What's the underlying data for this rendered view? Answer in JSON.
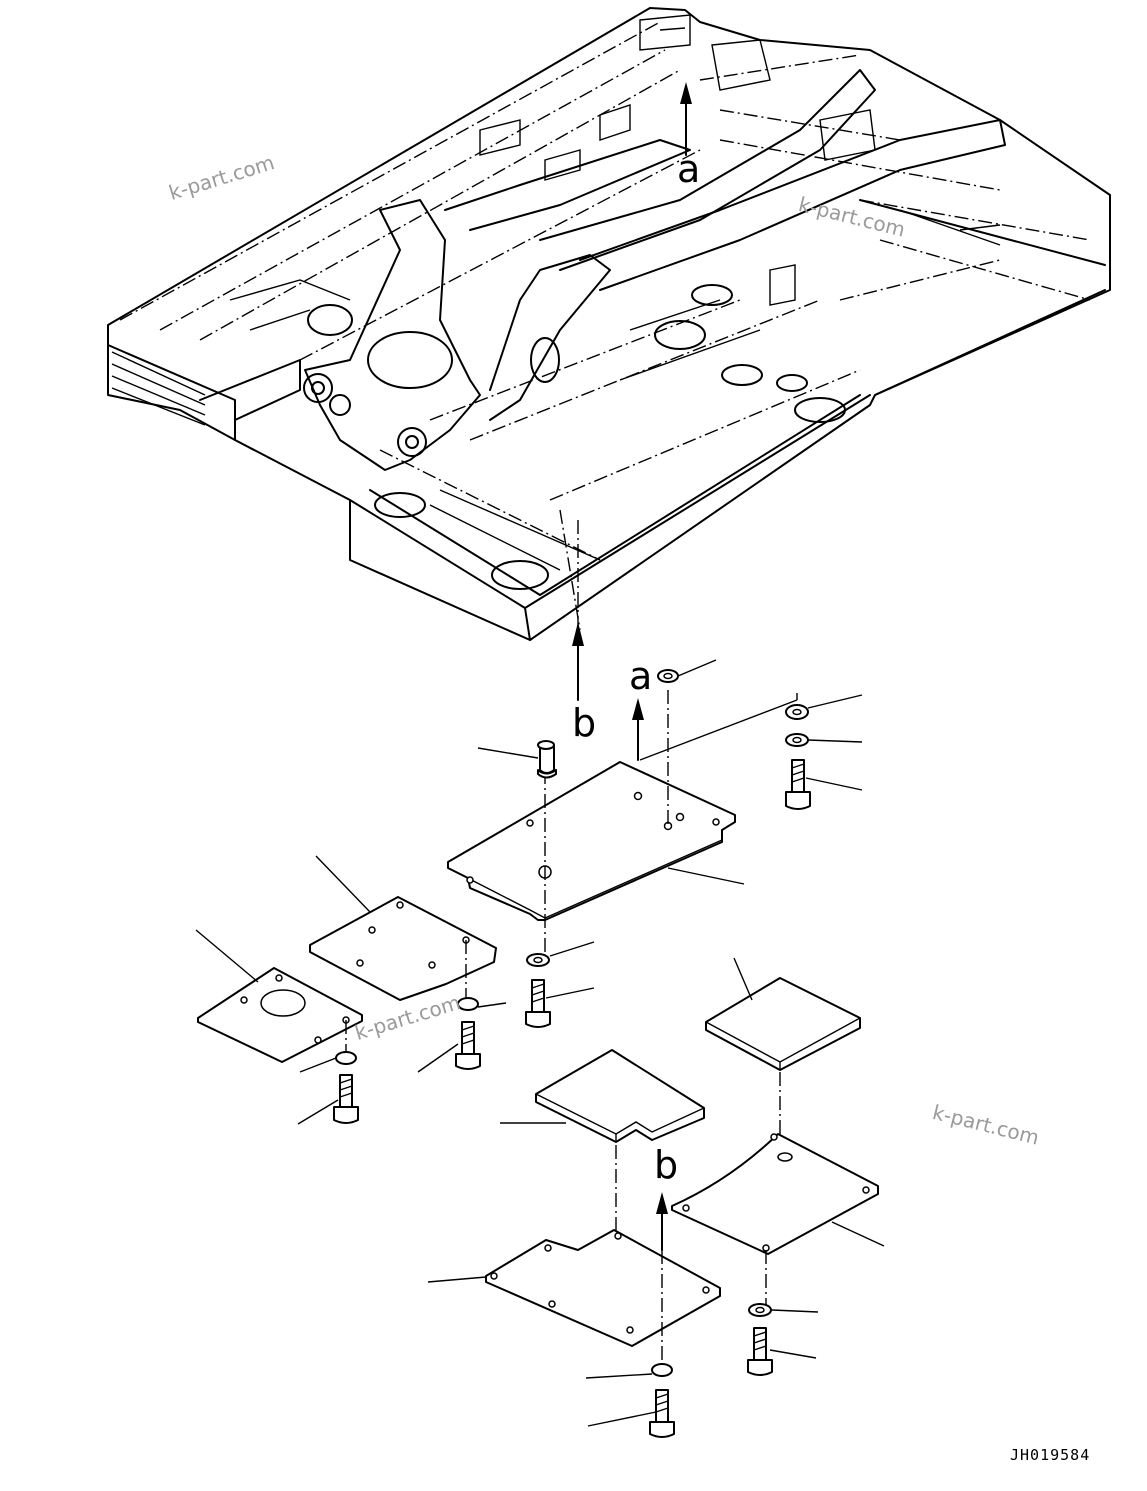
{
  "refs": {
    "upper_a": "a",
    "upper_b": "b",
    "lower_a": "a",
    "lower_b": "b"
  },
  "watermarks": [
    "k-part.com",
    "k-part.com",
    "k-part.com",
    "k-part.com"
  ],
  "drawing_code": "JH019584"
}
